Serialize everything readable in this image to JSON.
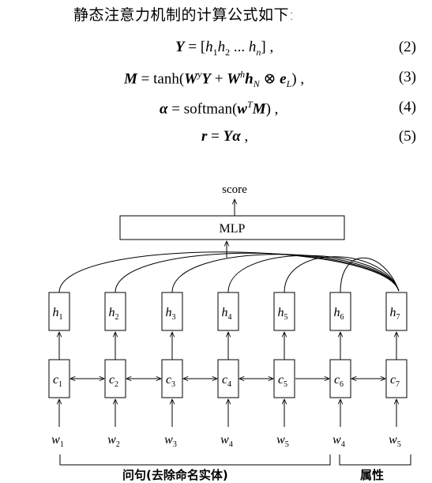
{
  "intro": "静态注意力机制的计算公式如下:",
  "equations": [
    {
      "number": "(2)"
    },
    {
      "number": "(3)"
    },
    {
      "number": "(4)"
    },
    {
      "number": "(5)"
    }
  ],
  "diagram": {
    "output_label": "score",
    "mlp_label": "MLP",
    "h_labels": [
      {
        "base": "h",
        "sub": "1"
      },
      {
        "base": "h",
        "sub": "2"
      },
      {
        "base": "h",
        "sub": "3"
      },
      {
        "base": "h",
        "sub": "4"
      },
      {
        "base": "h",
        "sub": "5"
      },
      {
        "base": "h",
        "sub": "6"
      },
      {
        "base": "h",
        "sub": "7"
      }
    ],
    "c_labels": [
      {
        "base": "c",
        "sub": "1"
      },
      {
        "base": "c",
        "sub": "2"
      },
      {
        "base": "c",
        "sub": "3"
      },
      {
        "base": "c",
        "sub": "4"
      },
      {
        "base": "c",
        "sub": "5"
      },
      {
        "base": "c",
        "sub": "6"
      },
      {
        "base": "c",
        "sub": "7"
      }
    ],
    "w_labels": [
      {
        "base": "w",
        "sub": "1"
      },
      {
        "base": "w",
        "sub": "2"
      },
      {
        "base": "w",
        "sub": "3"
      },
      {
        "base": "w",
        "sub": "4"
      },
      {
        "base": "w",
        "sub": "5"
      },
      {
        "base": "w",
        "sub": "4"
      },
      {
        "base": "w",
        "sub": "5"
      }
    ],
    "bracket_question": "问句(去除命名实体)",
    "bracket_attribute": "属性"
  }
}
